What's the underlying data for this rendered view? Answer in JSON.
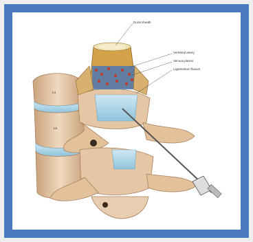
{
  "figure": {
    "labels": {
      "top": "Dural sheath",
      "r1": "Vertebral artery",
      "r2": "Venous plexus",
      "r3": "Ligamentum flavum",
      "left1": "L4",
      "left2": "L5"
    },
    "colors": {
      "frame": "#eeeeee",
      "border": "#4a7bc0",
      "bone": "#e8ceb0",
      "bone_shade": "#caa27c",
      "disc": "#a8d4e8",
      "ligament": "#d4a24a",
      "needle": "#555555"
    }
  }
}
